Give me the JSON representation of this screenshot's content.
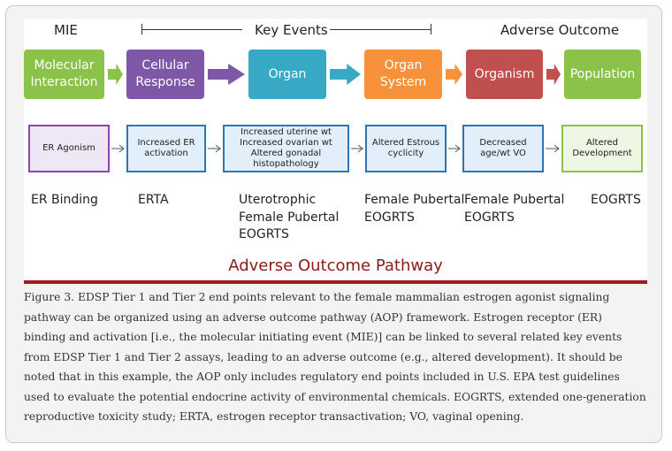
{
  "headers": {
    "mie": "MIE",
    "key_events": "Key Events",
    "adverse_outcome": "Adverse Outcome"
  },
  "pathway_boxes": [
    {
      "label": "Molecular\nInteraction",
      "color": "#8bc34a"
    },
    {
      "label": "Cellular\nResponse",
      "color": "#7e57a7"
    },
    {
      "label": "Organ",
      "color": "#38a9c4"
    },
    {
      "label": "Organ\nSystem",
      "color": "#f7913a"
    },
    {
      "label": "Organism",
      "color": "#c0504d"
    },
    {
      "label": "Population",
      "color": "#8bc34a"
    }
  ],
  "endpoint_boxes": [
    {
      "label": "ER Agonism",
      "border": "#8e44ad",
      "fill": "#efe6f6"
    },
    {
      "label": "Increased ER\nactivation",
      "border": "#2e75b6",
      "fill": "#e2eef9"
    },
    {
      "label": "Increased uterine wt\nIncreased ovarian wt\nAltered gonadal\nhistopathology",
      "border": "#2e75b6",
      "fill": "#e2eef9"
    },
    {
      "label": "Altered Estrous\ncyclicity",
      "border": "#2e75b6",
      "fill": "#e2eef9"
    },
    {
      "label": "Decreased\nage/wt VO",
      "border": "#2e75b6",
      "fill": "#e2eef9"
    },
    {
      "label": "Altered\nDevelopment",
      "border": "#8bc34a",
      "fill": "#eef6e4"
    }
  ],
  "assays": [
    "ER Binding",
    "ERTA",
    "Uterotrophic\nFemale Pubertal\nEOGRTS",
    "Female Pubertal\nEOGRTS",
    "Female Pubertal\nEOGRTS",
    "EOGRTS"
  ],
  "aop_title": "Adverse Outcome Pathway",
  "caption": "Figure 3. EDSP Tier 1 and Tier 2 end points relevant to the female mammalian estrogen agonist signaling pathway can be organized using an adverse outcome pathway (AOP) framework. Estrogen receptor (ER) binding and activation [i.e., the molecular initiating event (MIE)] can be linked to several related key events from EDSP Tier 1 and Tier 2 assays, leading to an adverse outcome (e.g., altered development). It should be noted that in this example, the AOP only includes regulatory end points included in U.S. EPA test guidelines used to evaluate the potential endocrine activity of environmental chemicals. EOGRTS, extended one-generation reproductive toxicity study; ERTA, estrogen receptor transactivation; VO, vaginal opening.",
  "arrow_colors": [
    "#8bc34a",
    "#7e57a7",
    "#38a9c4",
    "#f7913a",
    "#c0504d"
  ]
}
